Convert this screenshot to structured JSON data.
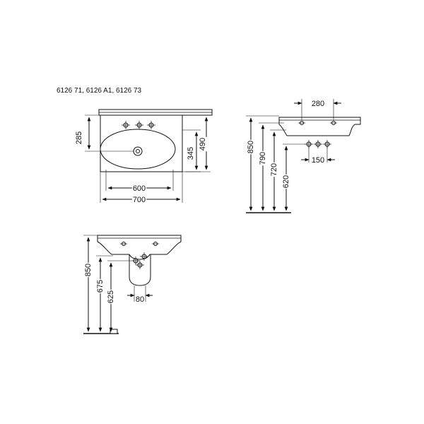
{
  "model_numbers": "6126 71, 6126 A1, 6126 73",
  "top_view": {
    "dim_width_inner": "600",
    "dim_width_outer": "700",
    "dim_depth_left": "285",
    "dim_depth_inner": "345",
    "dim_depth_outer": "490"
  },
  "side_view": {
    "dim_hole_spacing": "280",
    "dim_tap_spacing": "150",
    "height_850": "850",
    "height_790": "790",
    "height_720": "720",
    "height_620": "620"
  },
  "front_view": {
    "height_850": "850",
    "height_675": "675",
    "height_625": "625",
    "dim_80": "80"
  }
}
